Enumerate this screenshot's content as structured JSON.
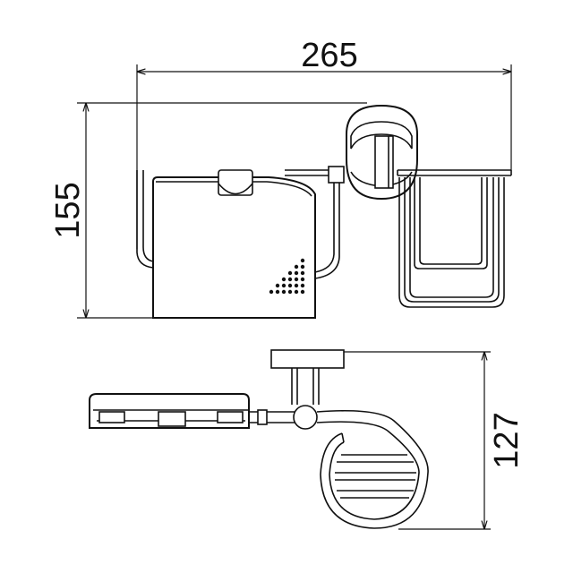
{
  "drawing": {
    "dimensions": {
      "overall_width": "265",
      "overall_height": "155",
      "projection_depth": "127"
    }
  }
}
